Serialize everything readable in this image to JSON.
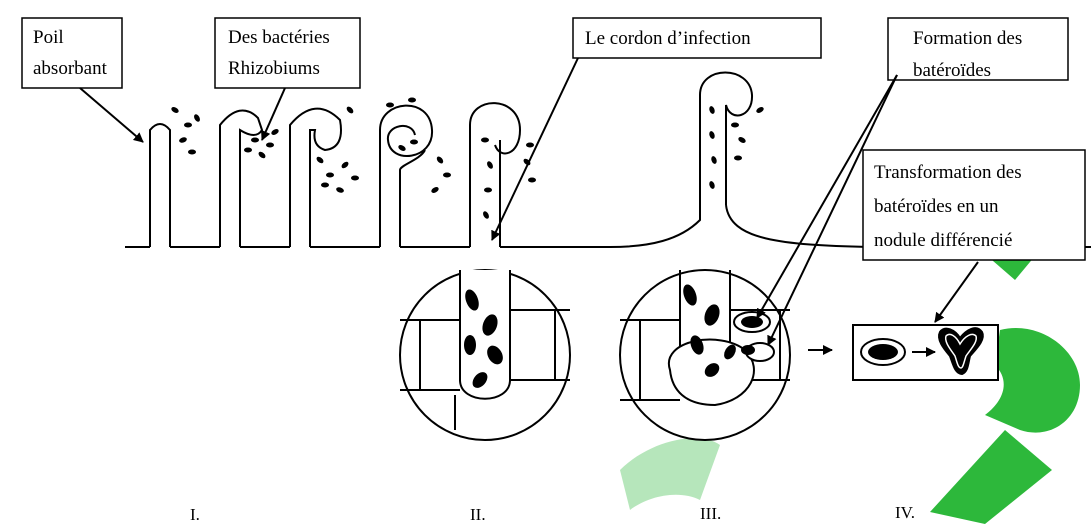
{
  "labels": {
    "poil": [
      "Poil",
      "absorbant"
    ],
    "bacteries": [
      "Des bactéries",
      "Rhizobiums"
    ],
    "cordon": "Le cordon d’infection",
    "formation": [
      "Formation des",
      "batéroïdes"
    ],
    "transformation": [
      "Transformation  des",
      "batéroïdes   en   un",
      "nodule différencié"
    ]
  },
  "stages": [
    "I.",
    "II.",
    "III.",
    "IV."
  ],
  "colors": {
    "ink": "#000000",
    "watermark": "#22b531",
    "background": "#ffffff"
  }
}
